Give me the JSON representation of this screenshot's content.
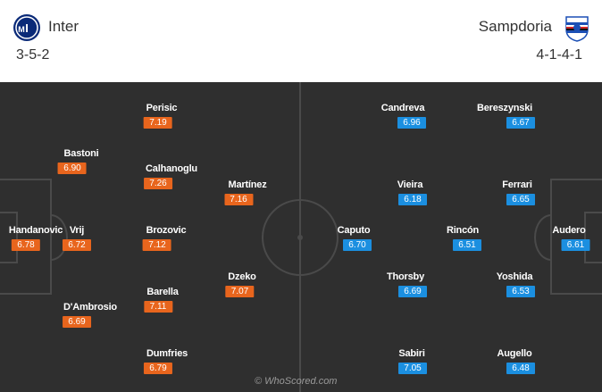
{
  "home": {
    "name": "Inter",
    "formation": "3-5-2",
    "players": [
      {
        "name": "Handanovic",
        "rating": "6.78"
      },
      {
        "name": "Vrij",
        "rating": "6.72"
      },
      {
        "name": "Bastoni",
        "rating": "6.90"
      },
      {
        "name": "D'Ambrosio",
        "rating": "6.69"
      },
      {
        "name": "Perisic",
        "rating": "7.19"
      },
      {
        "name": "Calhanoglu",
        "rating": "7.26"
      },
      {
        "name": "Brozovic",
        "rating": "7.12"
      },
      {
        "name": "Barella",
        "rating": "7.11"
      },
      {
        "name": "Dumfries",
        "rating": "6.79"
      },
      {
        "name": "Martínez",
        "rating": "7.16"
      },
      {
        "name": "Dzeko",
        "rating": "7.07"
      }
    ]
  },
  "away": {
    "name": "Sampdoria",
    "formation": "4-1-4-1",
    "players": [
      {
        "name": "Audero",
        "rating": "6.61"
      },
      {
        "name": "Bereszynski",
        "rating": "6.67"
      },
      {
        "name": "Ferrari",
        "rating": "6.65"
      },
      {
        "name": "Yoshida",
        "rating": "6.53"
      },
      {
        "name": "Augello",
        "rating": "6.48"
      },
      {
        "name": "Rincón",
        "rating": "6.51"
      },
      {
        "name": "Candreva",
        "rating": "6.96"
      },
      {
        "name": "Vieira",
        "rating": "6.18"
      },
      {
        "name": "Thorsby",
        "rating": "6.69"
      },
      {
        "name": "Sabiri",
        "rating": "7.05"
      },
      {
        "name": "Caputo",
        "rating": "6.70"
      }
    ]
  },
  "watermark": "© WhoScored.com",
  "colors": {
    "home_rating": "#e8651d",
    "away_rating": "#1b8fe0",
    "pitch": "#2f2f2f"
  },
  "icons": {
    "home_logo": "inter-crest-icon",
    "away_logo": "sampdoria-crest-icon"
  }
}
